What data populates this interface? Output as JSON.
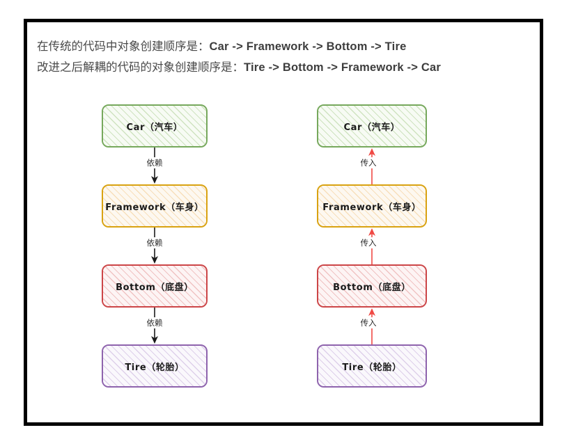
{
  "caption": {
    "line1": {
      "lead": "在传统的代码中对象创建顺序是：",
      "sequence": "Car -> Framework -> Bottom -> Tire"
    },
    "line2": {
      "lead": "改进之后解耦的代码的对象创建顺序是：",
      "sequence": "Tire -> Bottom -> Framework -> Car"
    }
  },
  "colors": {
    "frame_border": "#000000",
    "caption_text": "#4a4a4a",
    "green_border": "#76a85c",
    "orange_border": "#d9a211",
    "red_border": "#cc4547",
    "purple_border": "#8e63ad",
    "arrow_black": "#1a1a1a",
    "arrow_red": "#f04a45"
  },
  "left_diagram": {
    "name": "traditional-coupled-flow",
    "nodes": [
      {
        "label": "Car（汽车）",
        "color": "green"
      },
      {
        "label": "Framework（车身）",
        "color": "orange"
      },
      {
        "label": "Bottom（底盘）",
        "color": "red"
      },
      {
        "label": "Tire（轮胎）",
        "color": "purple"
      }
    ],
    "edges": [
      {
        "label": "依赖",
        "direction": "down",
        "color": "#1a1a1a"
      },
      {
        "label": "依赖",
        "direction": "down",
        "color": "#1a1a1a"
      },
      {
        "label": "依赖",
        "direction": "down",
        "color": "#1a1a1a"
      }
    ]
  },
  "right_diagram": {
    "name": "decoupled-injection-flow",
    "nodes": [
      {
        "label": "Car（汽车）",
        "color": "green"
      },
      {
        "label": "Framework（车身）",
        "color": "orange"
      },
      {
        "label": "Bottom（底盘）",
        "color": "red"
      },
      {
        "label": "Tire（轮胎）",
        "color": "purple"
      }
    ],
    "edges": [
      {
        "label": "传入",
        "direction": "up",
        "color": "#f04a45"
      },
      {
        "label": "传入",
        "direction": "up",
        "color": "#f04a45"
      },
      {
        "label": "传入",
        "direction": "up",
        "color": "#f04a45"
      }
    ]
  }
}
